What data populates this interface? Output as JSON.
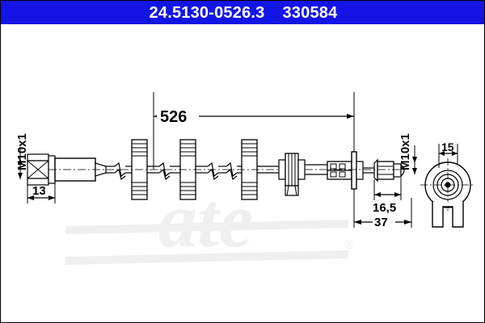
{
  "header": {
    "part_number": "24.5130-0526.3",
    "reference_number": "330584",
    "background_color": "#1414e6",
    "text_color": "#ffffff"
  },
  "watermark": {
    "brand": "ate",
    "registered_mark": "®",
    "color": "#efefef"
  },
  "drawing": {
    "title": "brake-hose-assembly",
    "line_color": "#000000",
    "dimensions": {
      "overall_length": "526",
      "left_fitting_length": "13",
      "left_thread": "M10x1",
      "right_thread": "M10x1",
      "right_fitting_length": "16,5",
      "end_offset": "37",
      "bracket_width": "15"
    }
  }
}
